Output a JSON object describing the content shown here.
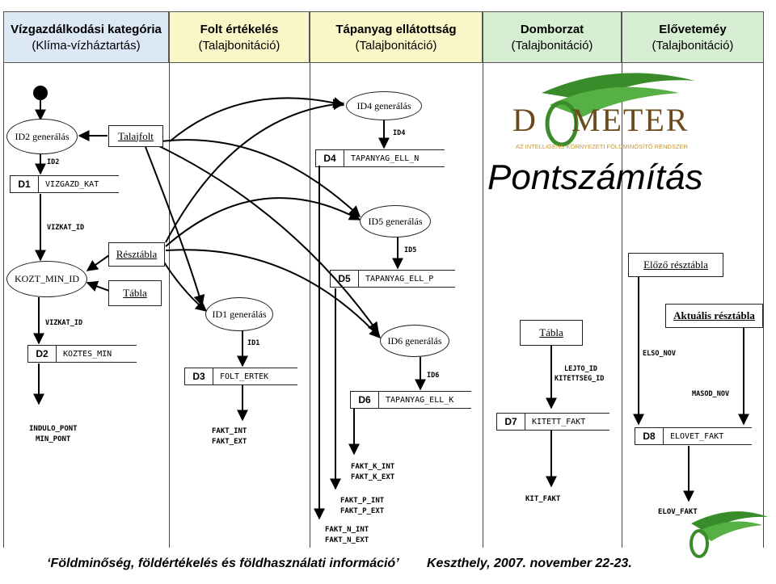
{
  "lanes": [
    {
      "title": "Vízgazdálkodási kategória",
      "subtitle": "(Klíma-vízháztartás)",
      "bg": "#dce8f6"
    },
    {
      "title": "Folt értékelés",
      "subtitle": "(Talajbonitáció)",
      "bg": "#fbf6c8"
    },
    {
      "title": "Tápanyag ellátottság",
      "subtitle": "(Talajbonitáció)",
      "bg": "#fbf6c8"
    },
    {
      "title": "Domborzat",
      "subtitle": "(Talajbonitáció)",
      "bg": "#d6efd2"
    },
    {
      "title": "Előveteméy",
      "subtitle": "(Talajbonitáció)",
      "bg": "#d6efd2"
    }
  ],
  "logo": {
    "text_left": "D",
    "text_right": "METER",
    "tagline": "AZ INTELLIGENS KÖRNYEZETI FÖLDMINŐSÍTŐ RENDSZER",
    "accent": "#3a8c2a",
    "brand": "#6b4a1e"
  },
  "title": "Pontszámítás",
  "processes": {
    "id2": "ID2 generálás",
    "koztmin": "KOZT_MIN_ID",
    "id4": "ID4 generálás",
    "id5": "ID5 generálás",
    "id1": "ID1 generálás",
    "id6": "ID6 generálás"
  },
  "entities": {
    "talajfolt": "Talajfolt",
    "resztabla": "Résztábla",
    "tabla1": "Tábla",
    "tabla2": "Tábla",
    "elozo": "Előző résztábla",
    "aktualis": "Aktuális résztábla"
  },
  "stores": {
    "d1": {
      "id": "D1",
      "name": "VIZGAZD_KAT"
    },
    "d2": {
      "id": "D2",
      "name": "KOZTES_MIN"
    },
    "d3": {
      "id": "D3",
      "name": "FOLT_ERTEK"
    },
    "d4": {
      "id": "D4",
      "name": "TAPANYAG_ELL_N"
    },
    "d5": {
      "id": "D5",
      "name": "TAPANYAG_ELL_P"
    },
    "d6": {
      "id": "D6",
      "name": "TAPANYAG_ELL_K"
    },
    "d7": {
      "id": "D7",
      "name": "KITETT_FAKT"
    },
    "d8": {
      "id": "D8",
      "name": "ELOVET_FAKT"
    }
  },
  "flows": {
    "id2": "ID2",
    "vizkat1": "VIZKAT_ID",
    "vizkat2": "VIZKAT_ID",
    "id4": "ID4",
    "id5": "ID5",
    "id1": "ID1",
    "id6": "ID6",
    "lejto1": "LEJTO_ID",
    "lejto2": "KITETTSEG_ID",
    "elso": "ELSO_NOV",
    "masod": "MASOD_NOV"
  },
  "outputs": {
    "indulo1": "INDULO_PONT",
    "indulo2": "MIN_PONT",
    "fakt1": "FAKT_INT",
    "fakt2": "FAKT_EXT",
    "k1": "FAKT_K_INT",
    "k2": "FAKT_K_EXT",
    "p1": "FAKT_P_INT",
    "p2": "FAKT_P_EXT",
    "n1": "FAKT_N_INT",
    "n2": "FAKT_N_EXT",
    "kit": "KIT_FAKT",
    "elov": "ELOV_FAKT"
  },
  "footer": {
    "left": "‘Földminőség, földértékelés és földhasználati információ’",
    "right": "Keszthely, 2007. november 22-23."
  }
}
